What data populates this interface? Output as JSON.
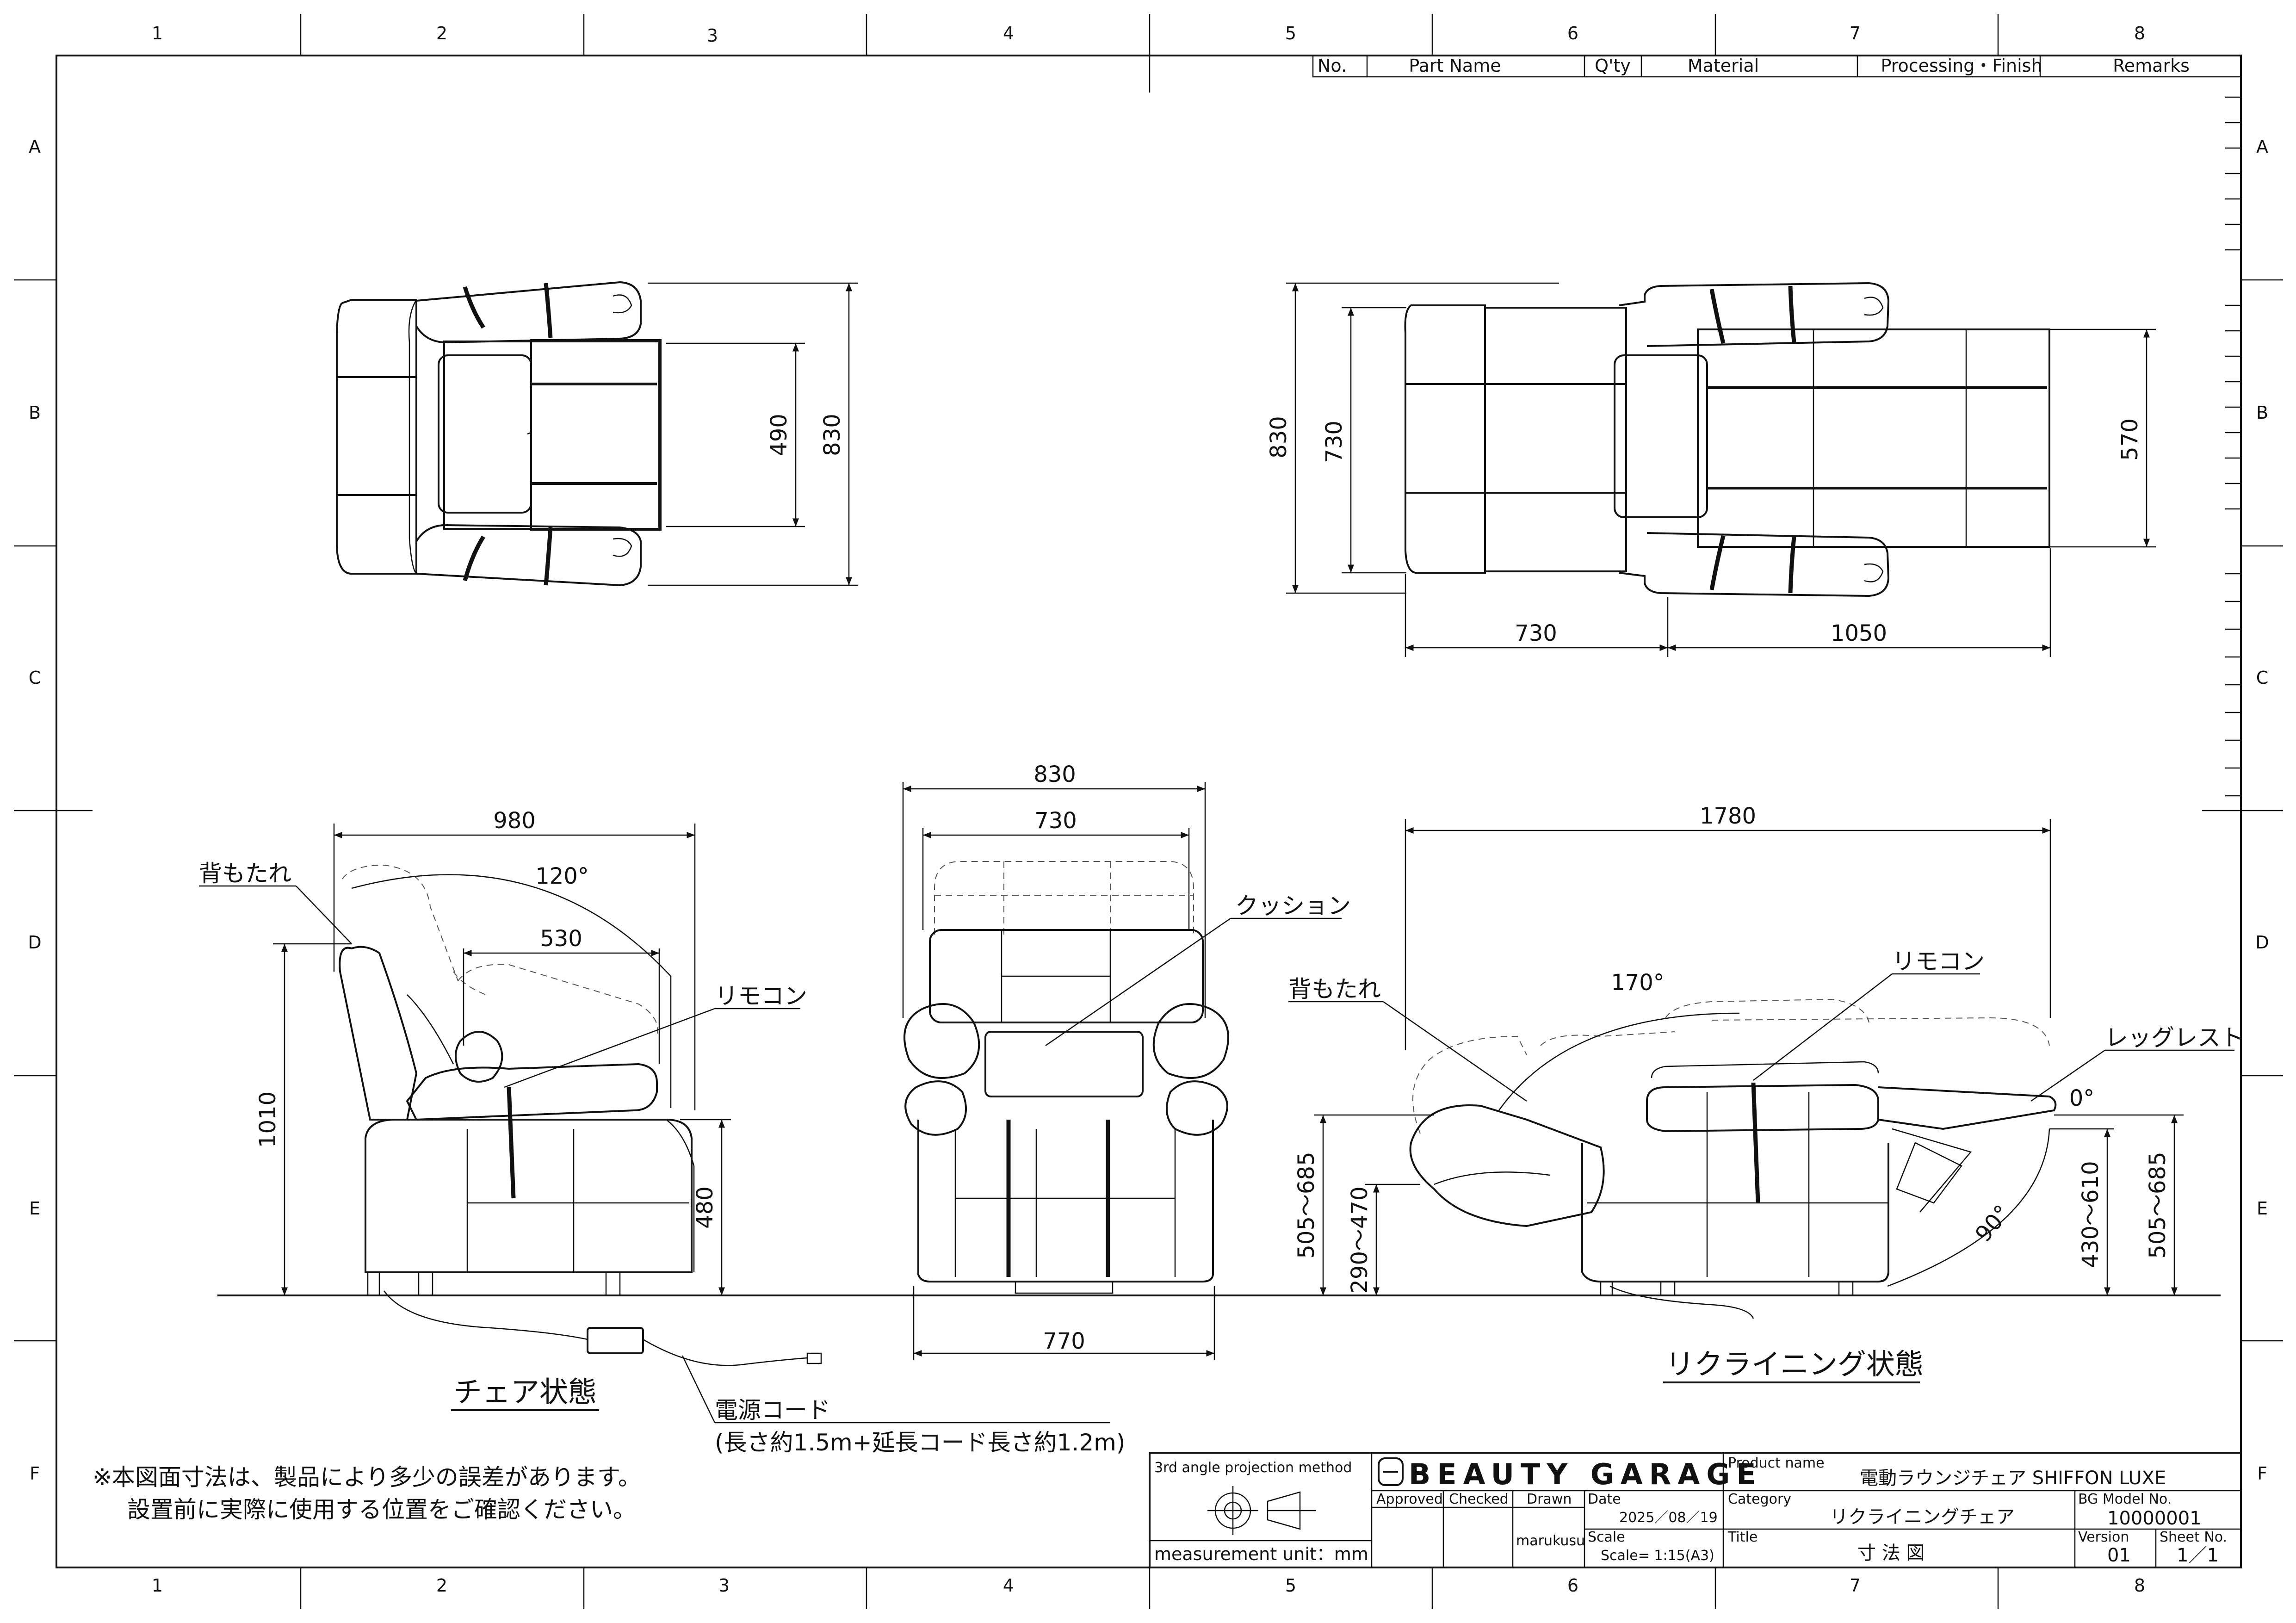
{
  "frame": {
    "columns": [
      "1",
      "2",
      "3",
      "4",
      "5",
      "6",
      "7",
      "8"
    ],
    "rows": [
      "A",
      "B",
      "C",
      "D",
      "E",
      "F"
    ]
  },
  "parts_table": {
    "headers": [
      "No.",
      "Part Name",
      "Q'ty",
      "Material",
      "Processing・Finish",
      "Remarks"
    ]
  },
  "top_view_chair": {
    "dims": [
      "490",
      "830"
    ]
  },
  "top_view_reclined": {
    "dims": [
      "830",
      "730",
      "570",
      "730",
      "1050"
    ]
  },
  "side_view_chair": {
    "dims": {
      "width": "980",
      "seat_depth": "530",
      "height": "1010",
      "arm_height": "480",
      "angle": "120°"
    },
    "labels": {
      "backrest": "背もたれ",
      "remote": "リモコン"
    }
  },
  "front_view": {
    "dims": {
      "outer_width": "830",
      "inner_width": "730",
      "base_width": "770"
    },
    "labels": {
      "cushion": "クッション"
    }
  },
  "side_view_reclined": {
    "dims": {
      "length": "1780",
      "angle_back": "170°",
      "angle_leg_top": "0°",
      "angle_leg_bottom": "90°",
      "dim_a": "505～685",
      "dim_b": "290～470",
      "dim_c": "430～610",
      "dim_d": "505～685"
    },
    "labels": {
      "backrest": "背もたれ",
      "remote": "リモコン",
      "legrest": "レッグレスト"
    }
  },
  "captions": {
    "chair_state": "チェア状態",
    "reclining_state": "リクライニング状態",
    "power_cord": "電源コード",
    "power_cord_note": "(長さ約1.5m+延長コード長さ約1.2m)",
    "note_line1": "※本図面寸法は、製品により多少の誤差があります。",
    "note_line2": "設置前に実際に使用する位置をご確認ください。"
  },
  "title_block": {
    "projection": "3rd angle projection method",
    "unit": "measurement unit：mm",
    "brand": "BEAUTY GARAGE",
    "approved": "Approved",
    "checked": "Checked",
    "drawn": "Drawn",
    "drawn_by": "marukusu",
    "date_label": "Date",
    "date": "2025／08／19",
    "scale_label": "Scale",
    "scale": "Scale= 1:15(A3)",
    "product_name_label": "Product name",
    "product_name": "電動ラウンジチェア SHIFFON LUXE",
    "bg_model_label": "BG Model No.",
    "bg_model": "10000001",
    "category_label": "Category",
    "category": "リクライニングチェア",
    "title_label": "Title",
    "title": "寸 法 図",
    "version_label": "Version",
    "version": "01",
    "sheet_label": "Sheet No.",
    "sheet": "1／1"
  }
}
